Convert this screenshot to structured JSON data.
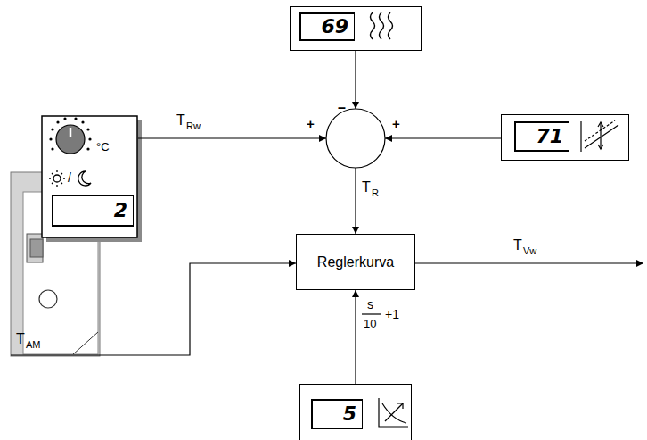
{
  "diagram": {
    "nodes": [
      {
        "text": [
          "69"
        ]
      },
      {
        "text": [
          "2"
        ]
      },
      {
        "text": [
          "71"
        ]
      },
      {
        "text": [
          "Reglerkurva"
        ]
      },
      {
        "text": [
          "5"
        ]
      }
    ],
    "edges": [
      {
        "from": 4,
        "to": 3,
        "arrow": "to"
      }
    ],
    "labels": [
      "°C",
      "/",
      "T",
      "Rw",
      "–",
      "+",
      "+",
      "T",
      "R",
      "T",
      "AM",
      "T",
      "Vw",
      "s",
      "10",
      "+1"
    ]
  }
}
